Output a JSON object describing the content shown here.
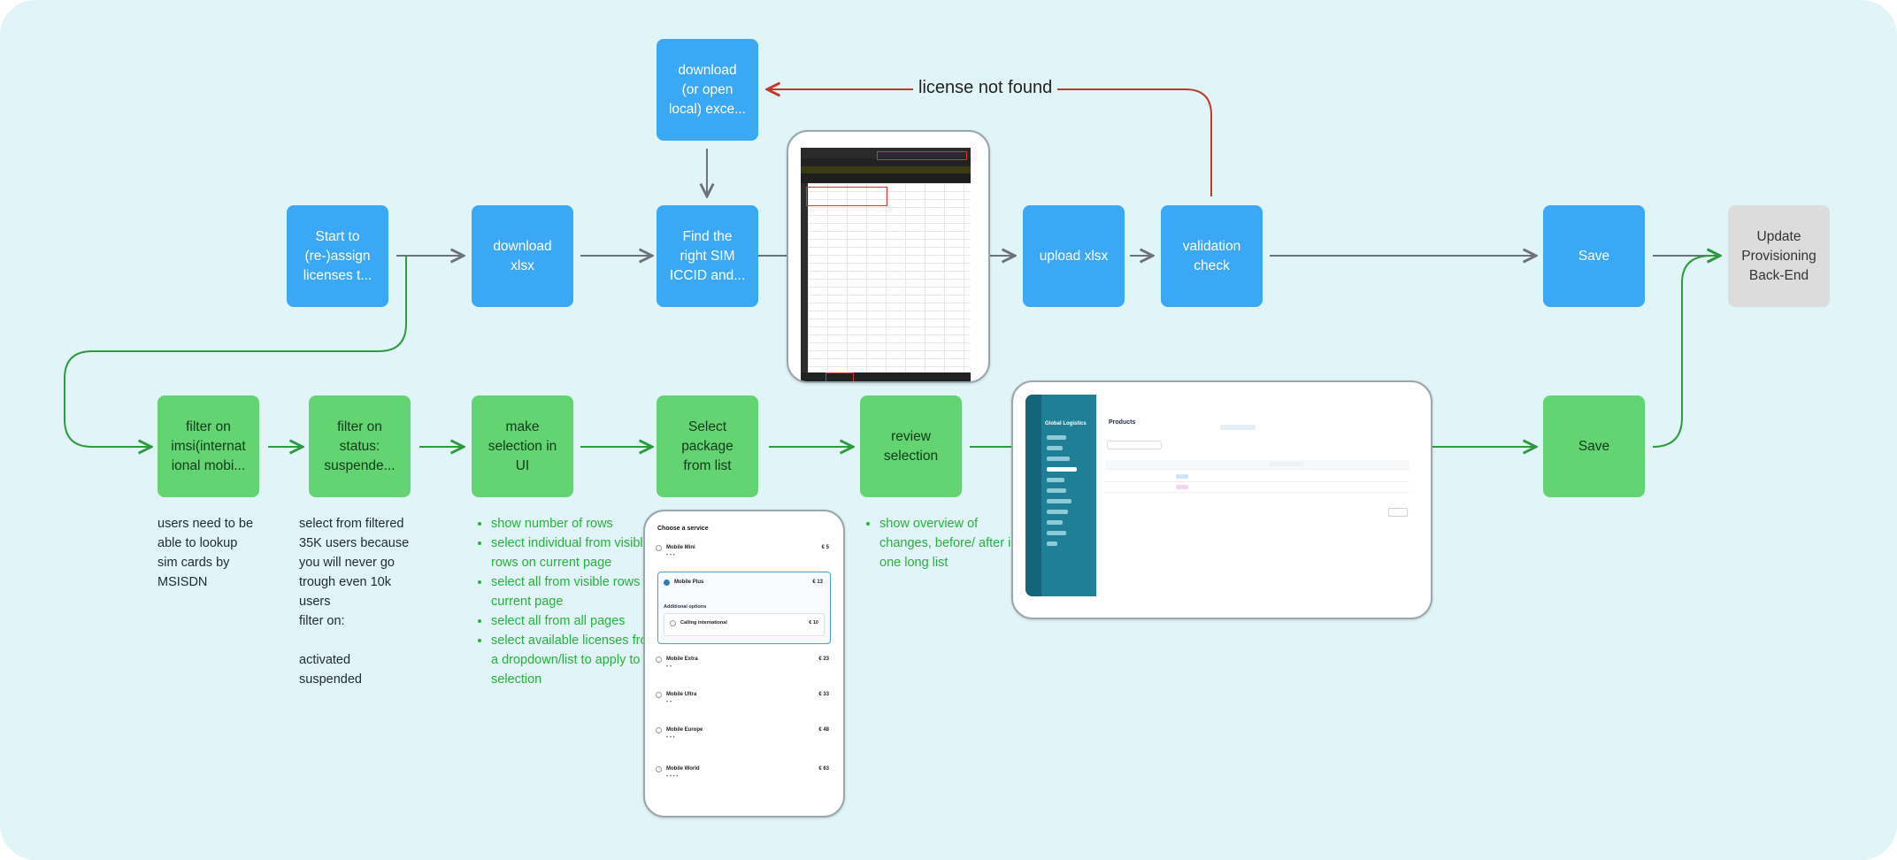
{
  "nodes": {
    "download_local": "download\n(or open\nlocal) exce...",
    "start": "Start to\n(re-)assign\nlicenses t...",
    "download_xlsx": "download\nxlsx",
    "find_sim": "Find the\nright SIM\nICCID and...",
    "upload": "upload xlsx",
    "validation": "validation\ncheck",
    "save_top": "Save",
    "update_backend": "Update\nProvisioning\nBack-End",
    "filter_imsi": "filter on\nimsi(internat\nional mobi...",
    "filter_status": "filter on\nstatus:\nsuspende...",
    "make_selection": "make\nselection in\nUI",
    "select_package": "Select\npackage\nfrom list",
    "review": "review\nselection",
    "save_bottom": "Save"
  },
  "edge_labels": {
    "license_not_found": "license not found"
  },
  "notes": {
    "imsi": "users need to be\nable to lookup\nsim cards by\nMSISDN",
    "status": "select from filtered\n35K users because\nyou will never go\ntrough even 10k\nusers\nfilter on:\n\nactivated\nsuspended"
  },
  "selection_notes": [
    "show number of rows",
    "select individual from visible rows on current page",
    "select all from visible rows on current page",
    "select all from all pages",
    "select available licenses from a dropdown/list to apply to selection"
  ],
  "review_notes": [
    "show overview of changes, before/ after in one long list"
  ],
  "products_screen": {
    "org": "Global Logistics",
    "title": "Products"
  },
  "service_chooser": {
    "title": "Choose a service",
    "services": [
      {
        "name": "Mobile Mini",
        "price": "€ 5"
      },
      {
        "name": "Mobile Plus",
        "price": "€ 13"
      },
      {
        "name": "Calling international",
        "price": "€ 10"
      },
      {
        "name": "Mobile Extra",
        "price": "€ 23"
      },
      {
        "name": "Mobile Ultra",
        "price": "€ 33"
      },
      {
        "name": "Mobile Europe",
        "price": "€ 48"
      },
      {
        "name": "Mobile World",
        "price": "€ 63"
      }
    ],
    "additional": "Additional options"
  },
  "colors": {
    "process_blue": "#3aa8f5",
    "ui_green": "#63d471",
    "backend_gray": "#dcdcdc",
    "error_red": "#c0392b",
    "flow_green": "#2e9a3e",
    "flow_gray": "#6b7378",
    "canvas": "#e1f4f7"
  }
}
